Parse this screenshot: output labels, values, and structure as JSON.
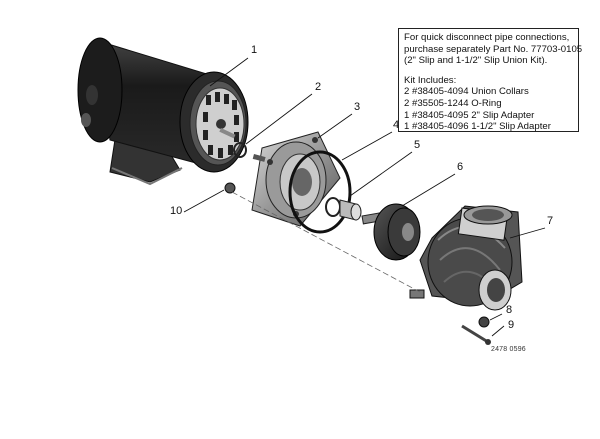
{
  "info_box": {
    "intro_lines": [
      "For quick disconnect pipe connections,",
      "purchase separately Part No. 77703-0105",
      "(2\" Slip and 1-1/2\" Slip Union Kit)."
    ],
    "kit_heading": "Kit Includes:",
    "kit_items": [
      "2 #38405-4094 Union Collars",
      "2 #35505-1244 O-Ring",
      "1 #38405-4095 2\" Slip Adapter",
      "1 #38405-4096 1-1/2\" Slip Adapter"
    ]
  },
  "callouts": [
    "1",
    "2",
    "3",
    "4",
    "5",
    "6",
    "7",
    "8",
    "9",
    "10"
  ],
  "drawing_code": "2478 0596"
}
